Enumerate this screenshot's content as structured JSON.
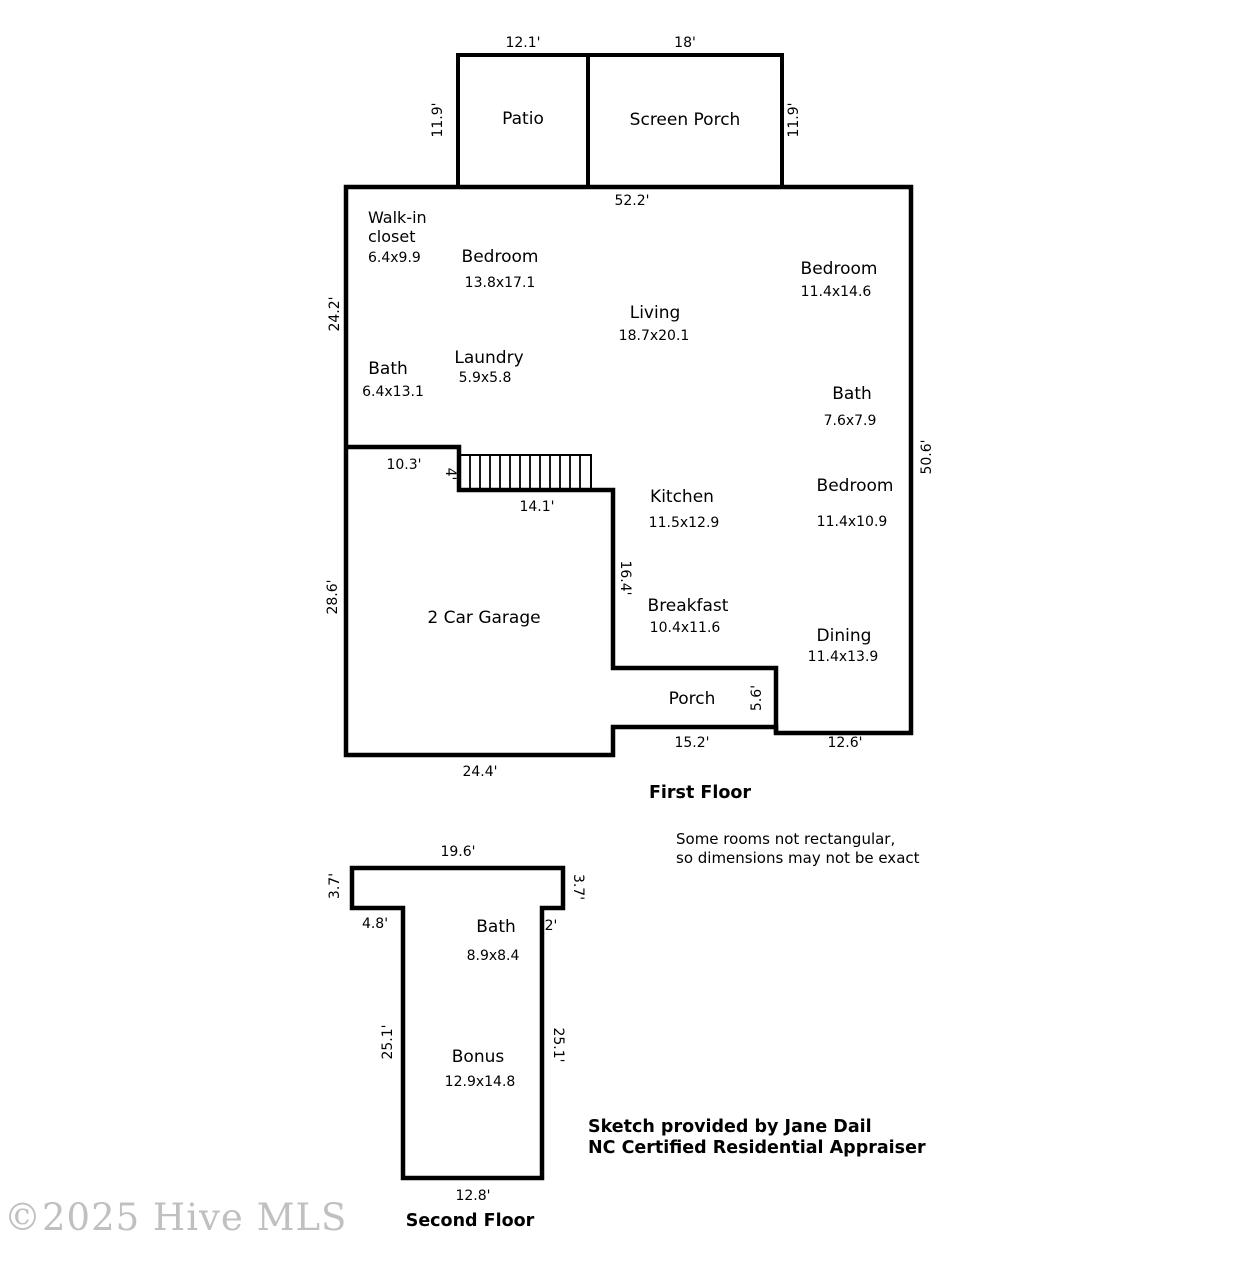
{
  "meta": {
    "first_floor_title": "First Floor",
    "second_floor_title": "Second Floor",
    "note_line1": "Some rooms not rectangular,",
    "note_line2": "so dimensions may not be exact",
    "credit_line1": "Sketch provided by Jane Dail",
    "credit_line2": "NC Certified Residential Appraiser",
    "watermark": "©2025 Hive MLS",
    "wall_color": "#000000",
    "background_color": "#ffffff"
  },
  "first_floor": {
    "rooms": {
      "patio": {
        "name": "Patio"
      },
      "screen_porch": {
        "name": "Screen Porch"
      },
      "walkin_closet": {
        "name_line1": "Walk-in",
        "name_line2": "closet",
        "dim": "6.4x9.9"
      },
      "bedroom1": {
        "name": "Bedroom",
        "dim": "13.8x17.1"
      },
      "living": {
        "name": "Living",
        "dim": "18.7x20.1"
      },
      "bedroom2": {
        "name": "Bedroom",
        "dim": "11.4x14.6"
      },
      "bath1": {
        "name": "Bath",
        "dim": "6.4x13.1"
      },
      "laundry": {
        "name": "Laundry",
        "dim": "5.9x5.8"
      },
      "bath2": {
        "name": "Bath",
        "dim": "7.6x7.9"
      },
      "kitchen": {
        "name": "Kitchen",
        "dim": "11.5x12.9"
      },
      "bedroom3": {
        "name": "Bedroom",
        "dim": "11.4x10.9"
      },
      "garage": {
        "name": "2 Car Garage"
      },
      "breakfast": {
        "name": "Breakfast",
        "dim": "10.4x11.6"
      },
      "dining": {
        "name": "Dining",
        "dim": "11.4x13.9"
      },
      "porch": {
        "name": "Porch"
      }
    },
    "dims": {
      "patio_width": "12.1'",
      "screen_porch_width": "18'",
      "patio_height": "11.9'",
      "screen_porch_height": "11.9'",
      "top_width": "52.2'",
      "upper_left_height": "24.2'",
      "right_height": "50.6'",
      "stair_wall_width": "10.3'",
      "stair_rise": "4'",
      "stair_width": "14.1'",
      "garage_height": "28.6'",
      "kitchen_wall_height": "16.4'",
      "porch_height": "5.6'",
      "porch_width": "15.2'",
      "dining_width": "12.6'",
      "garage_width": "24.4'"
    }
  },
  "second_floor": {
    "rooms": {
      "bath": {
        "name": "Bath",
        "dim": "8.9x8.4"
      },
      "bonus": {
        "name": "Bonus",
        "dim": "12.9x14.8"
      }
    },
    "dims": {
      "top_width": "19.6'",
      "top_left_height": "3.7'",
      "top_right_height": "3.7'",
      "left_notch_width": "4.8'",
      "right_notch_width": "2'",
      "left_height": "25.1'",
      "right_height": "25.1'",
      "bottom_width": "12.8'"
    }
  }
}
